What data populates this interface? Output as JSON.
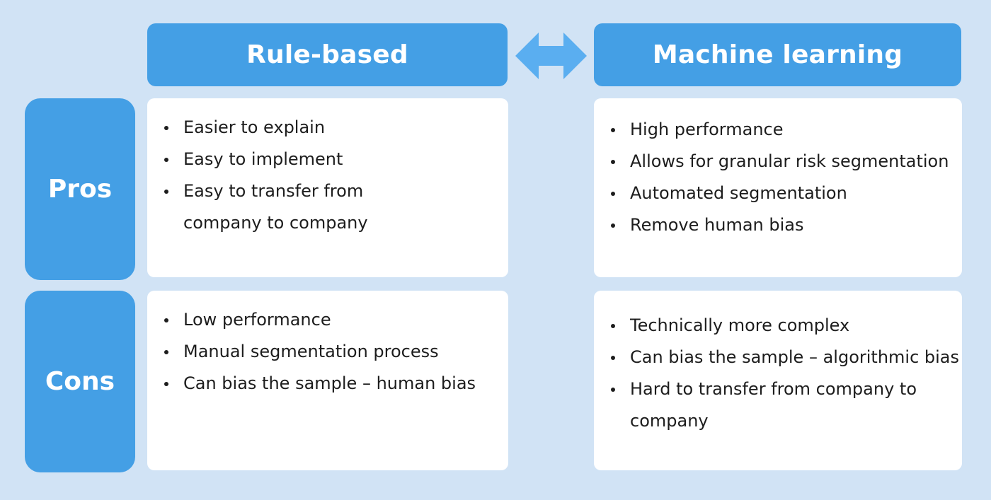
{
  "columns": {
    "left_title": "Rule-based",
    "right_title": "Machine learning"
  },
  "rows": {
    "pros_label": "Pros",
    "cons_label": "Cons"
  },
  "pros": {
    "rule_based": [
      "Easier to explain",
      "Easy to implement",
      "Easy to transfer from company to company"
    ],
    "machine_learning": [
      "High performance",
      "Allows for granular risk segmentation",
      "Automated segmentation",
      "Remove human bias"
    ]
  },
  "cons": {
    "rule_based": [
      "Low performance",
      "Manual segmentation process",
      "Can bias the sample – human bias"
    ],
    "machine_learning": [
      "Technically more complex",
      "Can bias the sample – algorithmic bias",
      "Hard to transfer from company to company"
    ]
  },
  "colors": {
    "background": "#d1e3f5",
    "accent": "#449fe5",
    "cell": "#ffffff",
    "arrow": "#5aaef0"
  },
  "icons": {
    "compare": "double-headed-arrow-icon"
  }
}
